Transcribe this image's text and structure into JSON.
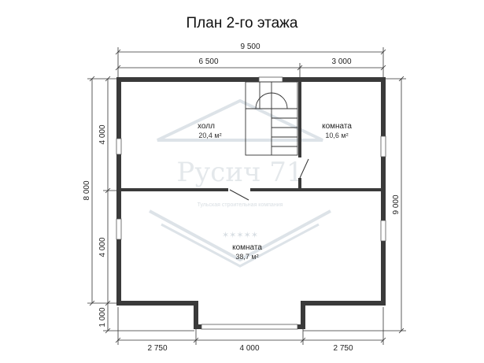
{
  "title": "План 2-го этажа",
  "dimensions": {
    "top_total": "9 500",
    "top_left": "6 500",
    "top_right": "3 000",
    "left_upper": "4 000",
    "left_lower": "4 000",
    "left_total": "8 000",
    "left_bottom": "1 000",
    "right_total": "9 000",
    "bottom_left": "2 750",
    "bottom_mid": "4 000",
    "bottom_right": "2 750"
  },
  "rooms": [
    {
      "name": "холл",
      "area": "20,4 м²"
    },
    {
      "name": "комната",
      "area": "10,6 м²"
    },
    {
      "name": "комната",
      "area": "38,7 м²"
    }
  ],
  "watermark": {
    "brand": "Русич 71",
    "tagline": "Тульская строительная компания"
  },
  "colors": {
    "wall": "#3a3a3a",
    "dim_line": "#333333",
    "watermark": "#cfd6dc"
  }
}
